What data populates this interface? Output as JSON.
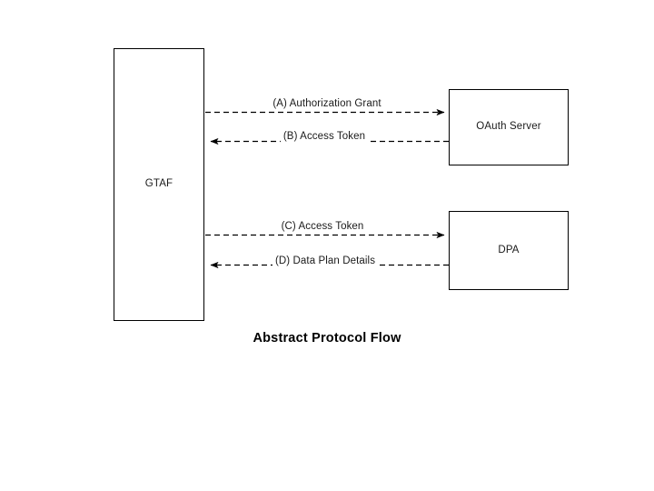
{
  "diagram": {
    "title": "Abstract Protocol Flow",
    "background_color": "#ffffff",
    "line_color": "#000000",
    "text_color": "#1a1a1a",
    "nodes": [
      {
        "id": "gtaf",
        "label": "GTAF"
      },
      {
        "id": "oauth",
        "label": "OAuth Server"
      },
      {
        "id": "dpa",
        "label": "DPA"
      }
    ],
    "edges": [
      {
        "id": "a",
        "label": "(A) Authorization Grant",
        "from": "gtaf",
        "to": "oauth",
        "style": "dashed",
        "direction": "right"
      },
      {
        "id": "b",
        "label": "(B) Access Token",
        "from": "oauth",
        "to": "gtaf",
        "style": "dashed",
        "direction": "left"
      },
      {
        "id": "c",
        "label": "(C) Access Token",
        "from": "gtaf",
        "to": "dpa",
        "style": "dashed",
        "direction": "right"
      },
      {
        "id": "d",
        "label": "(D) Data Plan Details",
        "from": "dpa",
        "to": "gtaf",
        "style": "dashed",
        "direction": "left"
      }
    ]
  }
}
